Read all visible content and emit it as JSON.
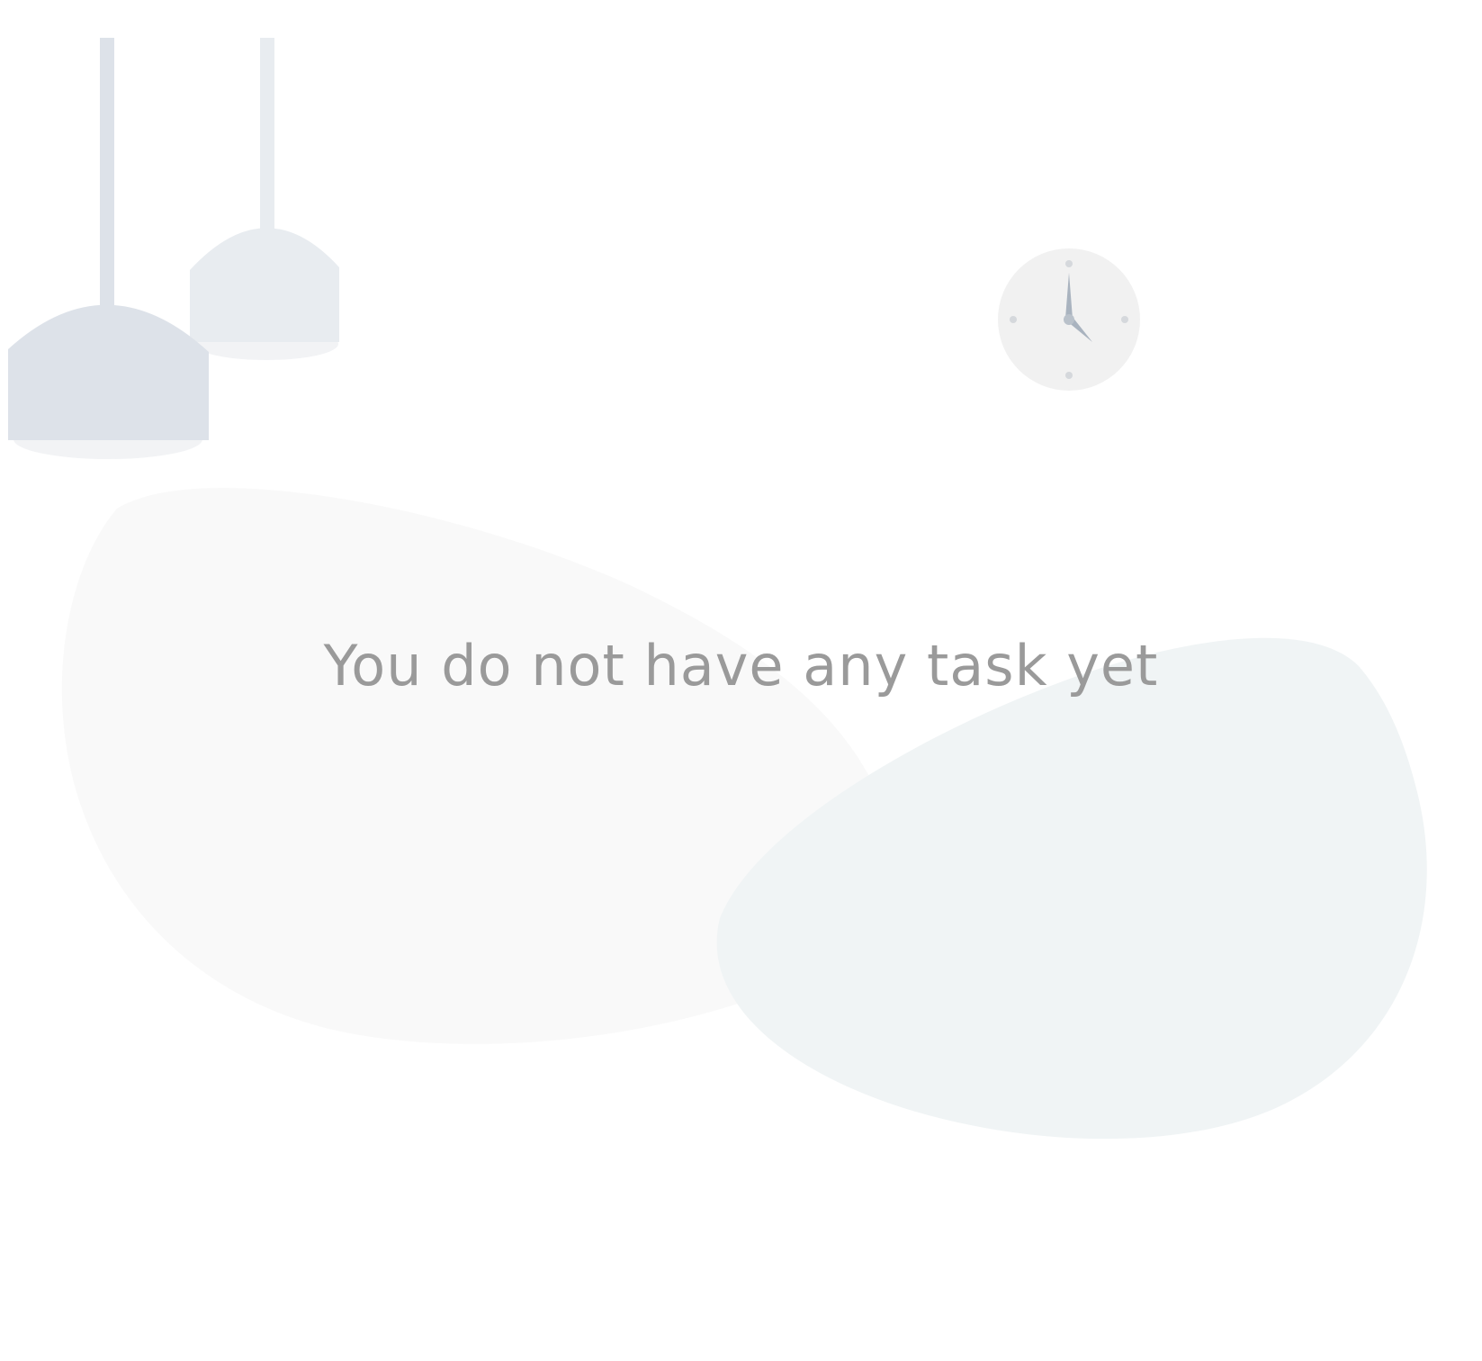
{
  "empty_state": {
    "message": "You do not have any task yet"
  },
  "illustration": {
    "elements": [
      "pendant-lamp-large",
      "pendant-lamp-small",
      "wall-clock",
      "background-blob-left",
      "background-blob-right"
    ]
  },
  "colors": {
    "background": "#ffffff",
    "message_text": "#9a9a9a",
    "lamp_large": "#dde2e9",
    "lamp_small": "#e8ecf0",
    "lamp_glow": "#f2f3f5",
    "clock_face": "#f1f1f1",
    "clock_hands": "#a9b3bf",
    "clock_marks": "#d5d8dc",
    "blob_left": "#f9f9f9",
    "blob_right": "#f0f4f5"
  }
}
